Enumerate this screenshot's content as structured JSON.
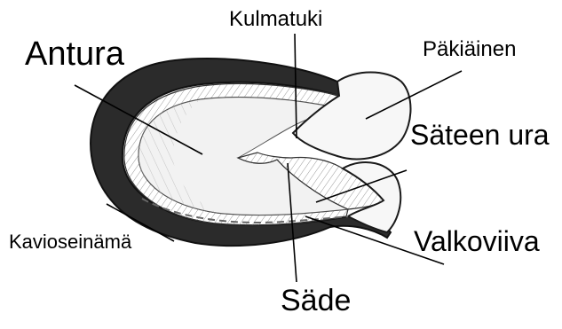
{
  "labels": {
    "antura": "Antura",
    "kulmatuki": "Kulmatuki",
    "pakiainen": "Päkiäinen",
    "sateen_ura": "Säteen ura",
    "valkoviiva": "Valkoviiva",
    "kavioseinama": "Kavioseinämä",
    "sade": "Säde"
  },
  "colors": {
    "background": "#ffffff",
    "ink": "#1a1a1a",
    "wall_dark": "#2b2b2b",
    "sole_shade": "#d9d9d9",
    "line": "#000000"
  }
}
